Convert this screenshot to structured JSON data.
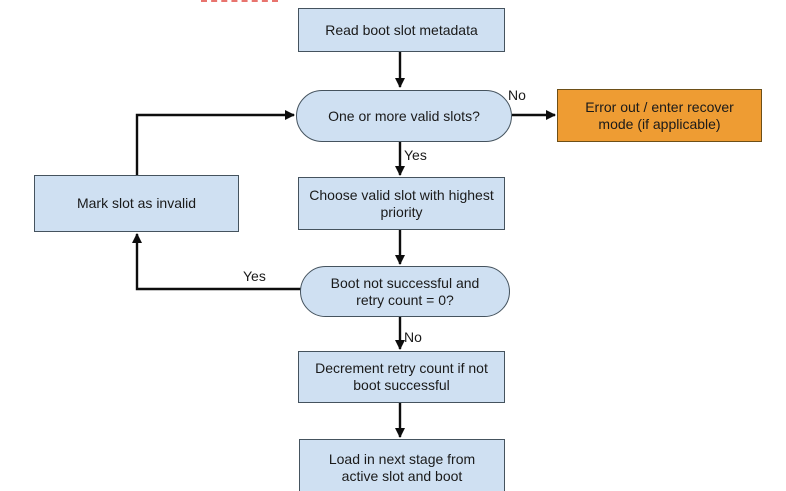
{
  "colors": {
    "process_fill": "#cfe0f2",
    "process_border": "#45535e",
    "terminal_fill": "#ee9c33",
    "terminal_border": "#6d4f17",
    "connector": "#0d0d0d",
    "text": "#1a1a1a",
    "artifact_red": "#e8746e"
  },
  "diagram": {
    "nodes": {
      "read_metadata": {
        "label": "Read boot slot metadata",
        "type": "process"
      },
      "valid_slots": {
        "label": "One or more valid slots?",
        "type": "decision"
      },
      "error_recover": {
        "label": "Error out / enter recover mode (if applicable)",
        "type": "terminal"
      },
      "choose_slot": {
        "label": "Choose valid slot with highest priority",
        "type": "process"
      },
      "mark_invalid": {
        "label": "Mark slot as invalid",
        "type": "process"
      },
      "boot_check": {
        "label": "Boot not successful and retry count = 0?",
        "type": "decision"
      },
      "decrement_retry": {
        "label": "Decrement retry count if not boot successful",
        "type": "process"
      },
      "load_stage": {
        "label": "Load in next stage from active slot and boot",
        "type": "process"
      }
    },
    "edge_labels": {
      "no_recover": "No",
      "yes_valid": "Yes",
      "yes_retry": "Yes",
      "no_retry": "No"
    },
    "edges": [
      {
        "from": "read_metadata",
        "to": "valid_slots",
        "label": ""
      },
      {
        "from": "valid_slots",
        "to": "error_recover",
        "label": "No"
      },
      {
        "from": "valid_slots",
        "to": "choose_slot",
        "label": "Yes"
      },
      {
        "from": "choose_slot",
        "to": "boot_check",
        "label": ""
      },
      {
        "from": "boot_check",
        "to": "mark_invalid",
        "label": "Yes"
      },
      {
        "from": "mark_invalid",
        "to": "valid_slots",
        "label": ""
      },
      {
        "from": "boot_check",
        "to": "decrement_retry",
        "label": "No"
      },
      {
        "from": "decrement_retry",
        "to": "load_stage",
        "label": ""
      }
    ]
  }
}
